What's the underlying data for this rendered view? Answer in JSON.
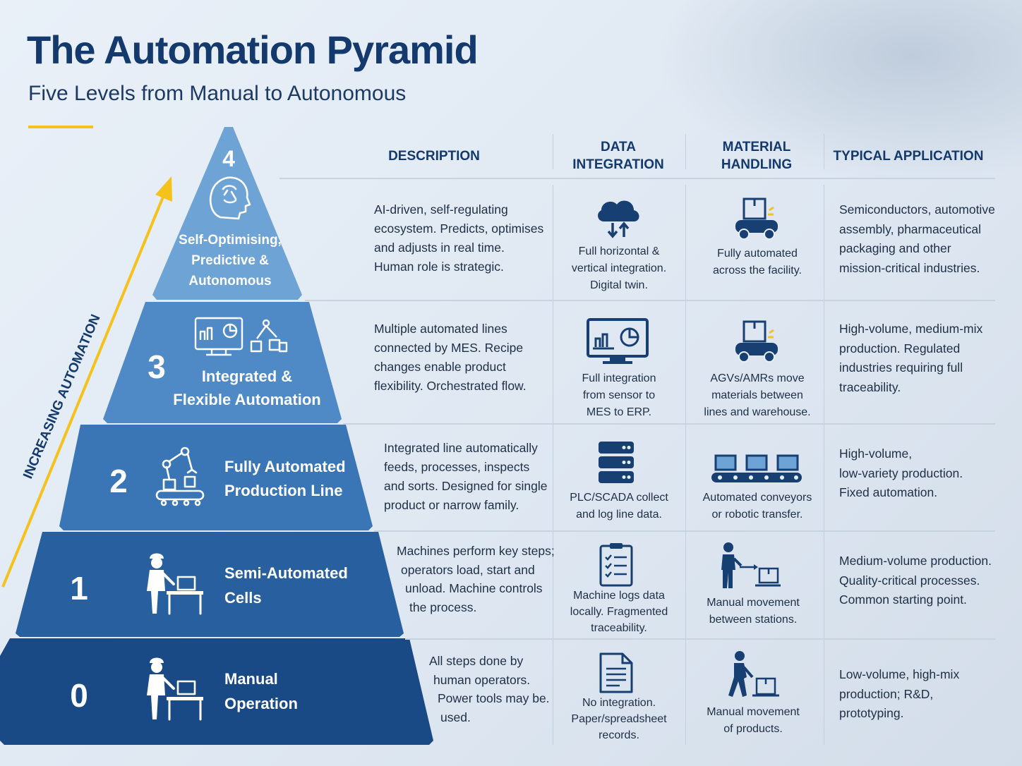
{
  "header": {
    "title": "The Automation Pyramid",
    "subtitle": "Five Levels from Manual to Autonomous"
  },
  "arrow_label": "INCREASING AUTOMATION",
  "columns": {
    "description": "DESCRIPTION",
    "data_integration": "DATA\nINTEGRATION",
    "material_handling": "MATERIAL\nHANDLING",
    "typical_application": "TYPICAL APPLICATION"
  },
  "colors": {
    "level4": "#6ea3d6",
    "level3": "#4f8ac7",
    "level2": "#3a75b6",
    "level1": "#28609f",
    "level0": "#1a4a86",
    "title": "#13396d",
    "accent": "#f5c21b"
  },
  "levels": [
    {
      "number": "4",
      "label_lines": [
        "Self-Optimising,",
        "Predictive &",
        "Autonomous"
      ],
      "icon": "brain-head-icon",
      "description": [
        "AI-driven, self-regulating",
        "ecosystem. Predicts, optimises",
        "and adjusts in real time.",
        "Human role is strategic."
      ],
      "data_icon": "cloud-sync-icon",
      "data_integration": [
        "Full horizontal &",
        "vertical integration.",
        "Digital twin."
      ],
      "material_icon": "agv-icon",
      "material_handling": [
        "Fully automated",
        "across the facility."
      ],
      "application": [
        "Semiconductors, automotive",
        "assembly, pharmaceutical",
        "packaging and other",
        "mission-critical industries."
      ]
    },
    {
      "number": "3",
      "label_lines": [
        "Integrated &",
        "Flexible Automation"
      ],
      "icon": "dashboard-network-icon",
      "description": [
        "Multiple automated lines",
        "connected by MES. Recipe",
        "changes enable product",
        "flexibility. Orchestrated flow."
      ],
      "data_icon": "monitor-analytics-icon",
      "data_integration": [
        "Full integration",
        "from sensor to",
        "MES to ERP."
      ],
      "material_icon": "agv-icon",
      "material_handling": [
        "AGVs/AMRs move",
        "materials between",
        "lines and warehouse."
      ],
      "application": [
        "High-volume, medium-mix",
        "production. Regulated",
        "industries requiring full",
        "traceability."
      ]
    },
    {
      "number": "2",
      "label_lines": [
        "Fully Automated",
        "Production Line"
      ],
      "icon": "robot-arm-icon",
      "description": [
        "Integrated line automatically",
        "feeds, processes, inspects",
        "and sorts. Designed for single",
        "product or narrow family."
      ],
      "data_icon": "server-stack-icon",
      "data_integration": [
        "PLC/SCADA collect",
        "and log line data."
      ],
      "material_icon": "conveyor-icon",
      "material_handling": [
        "Automated conveyors",
        "or robotic transfer."
      ],
      "application": [
        "High-volume,",
        "low-variety production.",
        "Fixed automation."
      ]
    },
    {
      "number": "1",
      "label_lines": [
        "Semi-Automated",
        "Cells"
      ],
      "icon": "operator-workbench-icon",
      "description": [
        "Machines perform key steps;",
        "operators load, start and",
        "unload. Machine controls",
        "the process."
      ],
      "data_icon": "checklist-clipboard-icon",
      "data_integration": [
        "Machine logs data",
        "locally. Fragmented",
        "traceability."
      ],
      "material_icon": "worker-cart-icon",
      "material_handling": [
        "Manual movement",
        "between stations."
      ],
      "application": [
        "Medium-volume production.",
        "Quality-critical processes.",
        "Common starting point."
      ]
    },
    {
      "number": "0",
      "label_lines": [
        "Manual",
        "Operation"
      ],
      "icon": "operator-workbench-icon",
      "description": [
        "All steps done by",
        "human operators.",
        "Power tools may be.",
        "used."
      ],
      "data_icon": "paper-document-icon",
      "data_integration": [
        "No integration.",
        "Paper/spreadsheet",
        "records."
      ],
      "material_icon": "worker-carry-icon",
      "material_handling": [
        "Manual movement",
        "of products."
      ],
      "application": [
        "Low-volume, high-mix",
        "production; R&D,",
        "prototyping."
      ]
    }
  ]
}
